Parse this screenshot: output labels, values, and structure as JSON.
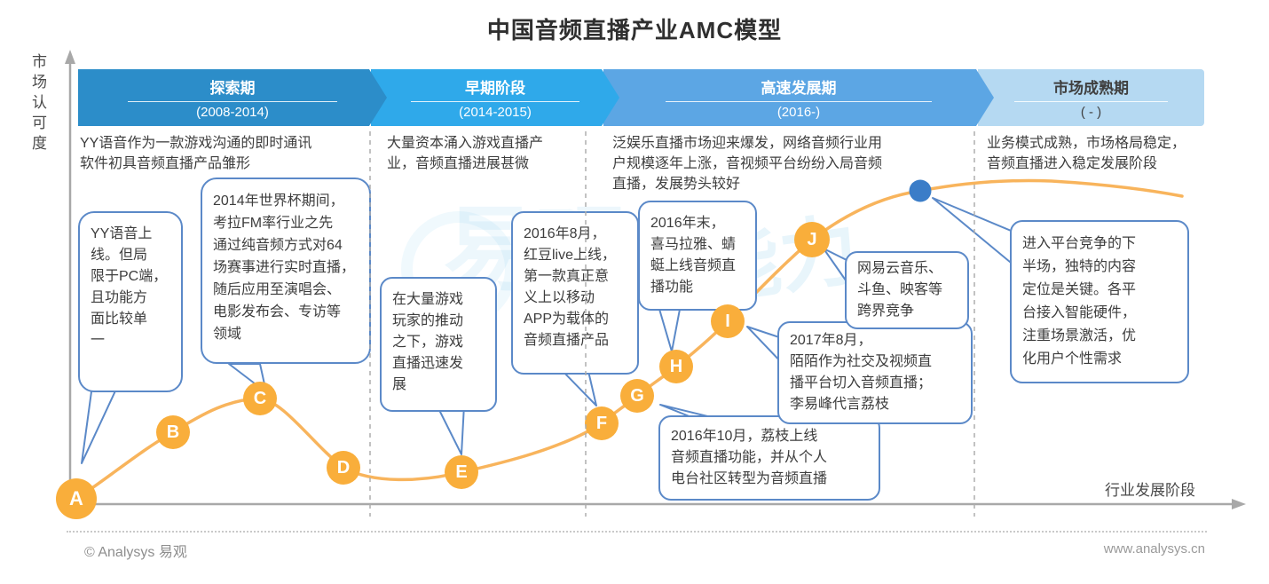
{
  "title": "中国音频直播产业AMC模型",
  "axes": {
    "y_label": "市场认可度",
    "x_label": "行业发展阶段"
  },
  "phases": [
    {
      "label": "探索期",
      "period": "(2008-2014)",
      "description": "YY语音作为一款游戏沟通的即时通讯\n软件初具音频直播产品雏形",
      "color": "#2C8DC9",
      "text_color": "#FFFFFF"
    },
    {
      "label": "早期阶段",
      "period": "(2014-2015)",
      "description": "大量资本涌入游戏直播产\n业，音频直播进展甚微",
      "color": "#2FA9EA",
      "text_color": "#FFFFFF"
    },
    {
      "label": "高速发展期",
      "period": "(2016-)",
      "description": "泛娱乐直播市场迎来爆发，网络音频行业用\n户规模逐年上涨，音视频平台纷纷入局音频\n直播，发展势头较好",
      "color": "#5CA6E4",
      "text_color": "#FFFFFF"
    },
    {
      "label": "市场成熟期",
      "period": "( - )",
      "description": "业务模式成熟，市场格局稳定，\n音频直播进入稳定发展阶段",
      "color": "#B5D9F2",
      "text_color": "#3F3F3F"
    }
  ],
  "points": [
    "A",
    "B",
    "C",
    "D",
    "E",
    "F",
    "G",
    "H",
    "I",
    "J"
  ],
  "callouts": {
    "a": {
      "text": "YY语音上\n线。但局\n限于PC端，\n且功能方\n面比较单\n一"
    },
    "c": {
      "text": "2014年世界杯期间，\n考拉FM率行业之先\n通过纯音频方式对64\n场赛事进行实时直播，\n随后应用至演唱会、\n电影发布会、专访等\n领域"
    },
    "e": {
      "text": "在大量游戏\n玩家的推动\n之下，游戏\n直播迅速发\n展"
    },
    "f": {
      "text": "2016年8月，\n红豆live上线，\n第一款真正意\n义上以移动\nAPP为载体的\n音频直播产品"
    },
    "h": {
      "text": "2016年末，\n喜马拉雅、蜻\n蜓上线音频直\n播功能"
    },
    "g": {
      "text": "2016年10月，荔枝上线\n音频直播功能，并从个人\n电台社区转型为音频直播"
    },
    "i": {
      "text": "2017年8月，\n陌陌作为社交及视频直\n播平台切入音频直播；\n李易峰代言荔枝"
    },
    "j": {
      "text": "网易云音乐、\n斗鱼、映客等\n跨界竞争"
    },
    "r": {
      "text": "进入平台竞争的下\n半场，独特的内容\n定位是关键。各平\n台接入智能硬件，\n注重场景激活，优\n化用户个性需求"
    }
  },
  "footer": {
    "copyright": "© Analysys 易观",
    "url": "www.analysys.cn"
  },
  "watermark": {
    "text1": "易观",
    "text2": "能力",
    "text3": "的"
  },
  "colors": {
    "curve": "#F8B45C",
    "point": "#F9AE3B",
    "milestone_dot": "#3B7DC8",
    "bubble_border": "#5B89C8",
    "axis": "#A8A8A8"
  }
}
